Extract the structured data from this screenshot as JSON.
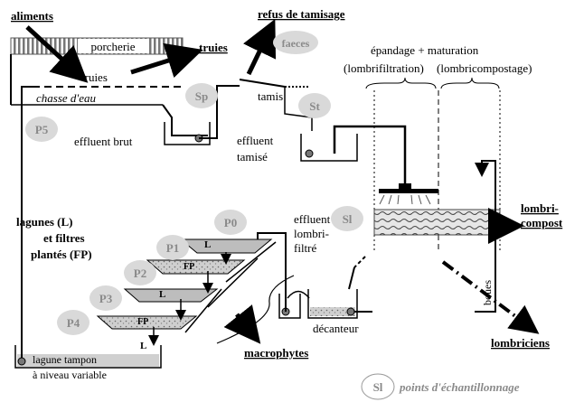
{
  "labels": {
    "aliments": "aliments",
    "porcherie": "porcherie",
    "truies_box": "truies",
    "truies_out": "truies",
    "chasse": "chasse d'eau",
    "refus": "refus de tamisage",
    "faeces": "faeces",
    "tamis": "tamis",
    "effluent_brut": "effluent brut",
    "effluent_tamise_1": "effluent",
    "effluent_tamise_2": "tamisé",
    "epandage": "épandage  +  maturation",
    "lombrifiltration": "(lombrifiltration)",
    "lombricompostage": "(lombricompostage)",
    "lombricompost_1": "lombri-",
    "lombricompost_2": "compost",
    "lagunes_1": "lagunes (L)",
    "lagunes_2": "et filtres",
    "lagunes_3": "plantés (FP)",
    "effluent_lf_1": "effluent",
    "effluent_lf_2": "lombri-",
    "effluent_lf_3": "filtré",
    "boues": "boues",
    "decanteur": "décanteur",
    "lombriciens": "lombriciens",
    "macrophytes": "macrophytes",
    "lagune_tampon_1": "lagune tampon",
    "lagune_tampon_2": "à niveau variable",
    "L": "L",
    "FP": "FP",
    "legend_text": "points d'échantillonnage"
  },
  "points": {
    "P5": "P5",
    "Sp": "Sp",
    "St": "St",
    "Sl": "Sl",
    "P0": "P0",
    "P1": "P1",
    "P2": "P2",
    "P3": "P3",
    "P4": "P4",
    "legend_badge": "Sl"
  }
}
